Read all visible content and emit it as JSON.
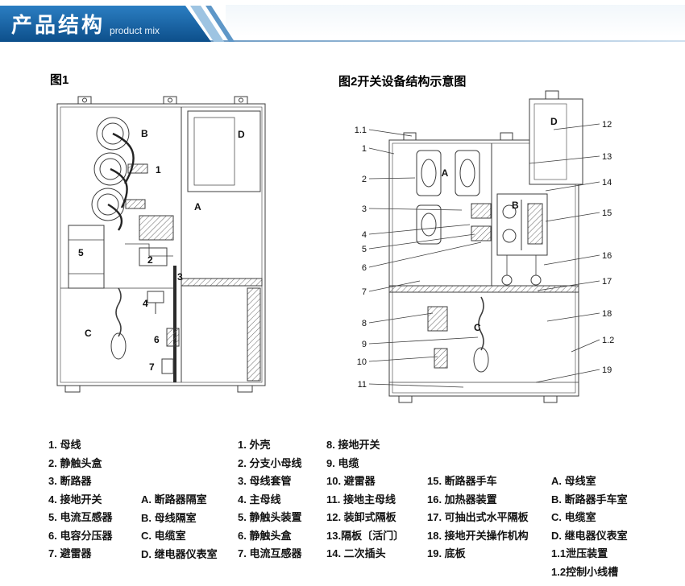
{
  "header": {
    "title": "产品结构",
    "subtitle": "product mix",
    "colors": {
      "banner_top": "#2b7ec2",
      "banner_bottom": "#0d4f8b",
      "stripe_light": "#9ec4e2",
      "stripe_mid": "#5e97c8"
    }
  },
  "figure1": {
    "title": "图1",
    "labels": [
      "B",
      "1",
      "D",
      "A",
      "5",
      "2",
      "3",
      "4",
      "6",
      "C",
      "7"
    ]
  },
  "figure2": {
    "title": "图2开关设备结构示意图",
    "left_callouts": [
      "1.1",
      "1",
      "2",
      "3",
      "4",
      "5",
      "6",
      "7",
      "8",
      "9",
      "10",
      "11"
    ],
    "right_callouts": [
      "12",
      "13",
      "14",
      "15",
      "16",
      "17",
      "18",
      "1.2",
      "19"
    ],
    "inner_labels": [
      "A",
      "B",
      "C",
      "D"
    ]
  },
  "legend": {
    "col1": [
      "1. 母线",
      "2. 静触头盒",
      "3. 断路器",
      "4. 接地开关",
      "5. 电流互感器",
      "6. 电容分压器",
      "7. 避雷器"
    ],
    "col1b": [
      "A. 断路器隔室",
      "B. 母线隔室",
      "C. 电缆室",
      "D. 继电器仪表室"
    ],
    "col2": [
      "1. 外壳",
      "2. 分支小母线",
      "3. 母线套管",
      "4. 主母线",
      "5. 静触头装置",
      "6. 静触头盒",
      "7. 电流互感器"
    ],
    "col3": [
      "8. 接地开关",
      "9. 电缆",
      "10. 避雷器",
      "11. 接地主母线",
      "12. 装卸式隔板",
      "13.隔板〔活门〕",
      "14. 二次插头"
    ],
    "col4": [
      "15. 断路器手车",
      "16. 加热器装置",
      "17. 可抽出式水平隔板",
      "18. 接地开关操作机构",
      "19. 底板"
    ],
    "col5": [
      "A. 母线室",
      "B. 断路器手车室",
      "C. 电缆室",
      "D. 继电器仪表室",
      "1.1泄压装置",
      "1.2控制小线槽"
    ]
  }
}
